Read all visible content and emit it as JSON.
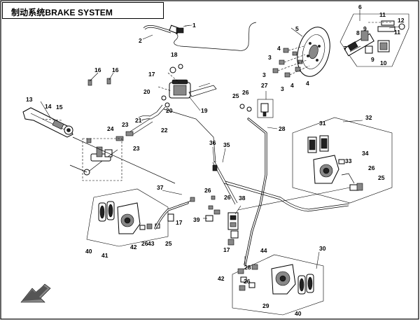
{
  "title": "制动系统BRAKE SYSTEM",
  "callouts": {
    "c1": "1",
    "c2": "2",
    "c3a": "3",
    "c3b": "3",
    "c3c": "3",
    "c4a": "4",
    "c4b": "4",
    "c4c": "4",
    "c5": "5",
    "c6": "6",
    "c7": "7",
    "c8": "8",
    "c9a": "9",
    "c9b": "9",
    "c10": "10",
    "c11a": "11",
    "c11b": "11",
    "c12": "12",
    "c13": "13",
    "c14": "14",
    "c15": "15",
    "c16a": "16",
    "c16b": "16",
    "c17a": "17",
    "c17b": "17",
    "c17c": "17",
    "c18": "18",
    "c19": "19",
    "c20a": "20",
    "c20b": "20",
    "c21": "21",
    "c22": "22",
    "c23a": "23",
    "c23b": "23",
    "c24": "24",
    "c25a": "25",
    "c25b": "25",
    "c25c": "25",
    "c26a": "26",
    "c26b": "26",
    "c26c": "26",
    "c26d": "26",
    "c26e": "26",
    "c26f": "26",
    "c27": "27",
    "c28a": "28",
    "c28b": "28",
    "c29": "29",
    "c30": "30",
    "c31": "31",
    "c32": "32",
    "c33": "33",
    "c34": "34",
    "c35": "35",
    "c36": "36",
    "c37": "37",
    "c38": "38",
    "c39": "39",
    "c40a": "40",
    "c40b": "40",
    "c41": "41",
    "c42a": "42",
    "c42b": "42",
    "c43": "43",
    "c44": "44"
  },
  "icons": {
    "direction": "front-direction-arrow-icon"
  }
}
